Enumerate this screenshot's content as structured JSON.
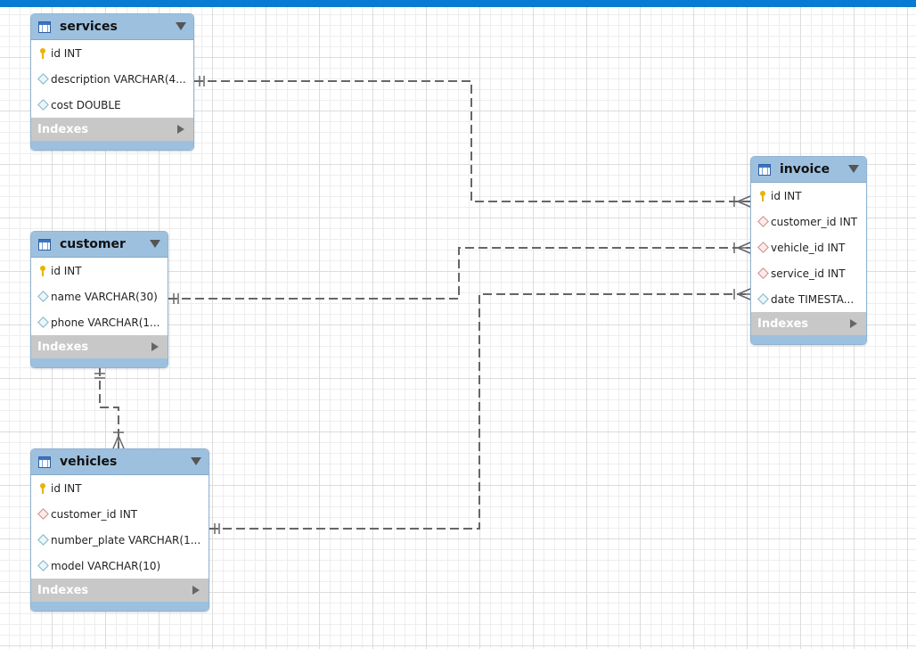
{
  "colors": {
    "top_bar": "#0a7bd3",
    "table_header": "#9dc0de",
    "indexes_bar": "#c8c8c8",
    "primary_key_icon": "#e9b400",
    "foreign_key_icon": "#d08a85",
    "column_icon": "#7fb4c6",
    "relationship_line": "#666666"
  },
  "tables": {
    "services": {
      "name": "services",
      "columns": [
        {
          "label": "id INT",
          "icon": "primary-key-icon"
        },
        {
          "label": "description VARCHAR(4...",
          "icon": "column-icon"
        },
        {
          "label": "cost DOUBLE",
          "icon": "column-icon"
        }
      ],
      "indexes_label": "Indexes"
    },
    "customer": {
      "name": "customer",
      "columns": [
        {
          "label": "id INT",
          "icon": "primary-key-icon"
        },
        {
          "label": "name VARCHAR(30)",
          "icon": "column-icon"
        },
        {
          "label": "phone VARCHAR(1...",
          "icon": "column-icon"
        }
      ],
      "indexes_label": "Indexes"
    },
    "vehicles": {
      "name": "vehicles",
      "columns": [
        {
          "label": "id INT",
          "icon": "primary-key-icon"
        },
        {
          "label": "customer_id INT",
          "icon": "foreign-key-icon"
        },
        {
          "label": "number_plate VARCHAR(1...",
          "icon": "column-icon"
        },
        {
          "label": "model VARCHAR(10)",
          "icon": "column-icon"
        }
      ],
      "indexes_label": "Indexes"
    },
    "invoice": {
      "name": "invoice",
      "columns": [
        {
          "label": "id INT",
          "icon": "primary-key-icon"
        },
        {
          "label": "customer_id INT",
          "icon": "foreign-key-icon"
        },
        {
          "label": "vehicle_id INT",
          "icon": "foreign-key-icon"
        },
        {
          "label": "service_id INT",
          "icon": "foreign-key-icon"
        },
        {
          "label": "date TIMESTA...",
          "icon": "column-icon"
        }
      ],
      "indexes_label": "Indexes"
    }
  },
  "relationships": [
    {
      "from": "services",
      "to": "invoice",
      "type": "one-to-many"
    },
    {
      "from": "customer",
      "to": "invoice",
      "type": "one-to-many"
    },
    {
      "from": "vehicles",
      "to": "invoice",
      "type": "one-to-many"
    },
    {
      "from": "customer",
      "to": "vehicles",
      "type": "one-to-many"
    }
  ]
}
